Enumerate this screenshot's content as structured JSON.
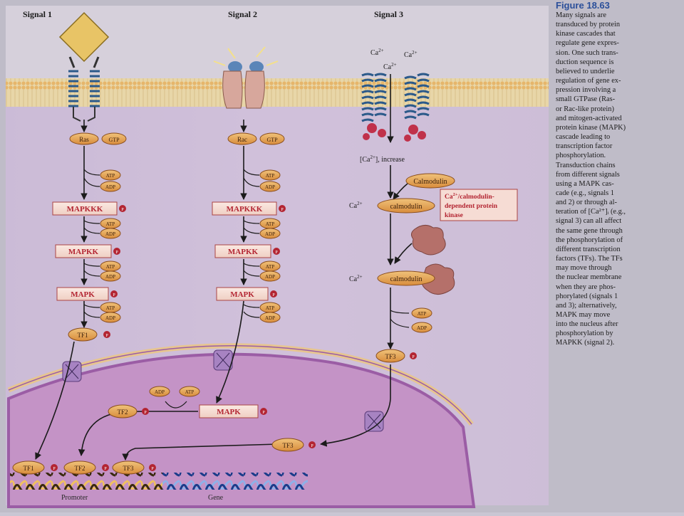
{
  "signals": {
    "s1": "Signal 1",
    "s2": "Signal 2",
    "s3": "Signal 3"
  },
  "ions": {
    "ca": "Ca",
    "sup": "2+"
  },
  "pathway1": {
    "ras": "Ras",
    "gtp": "GTP",
    "mapkkk": "MAPKKK",
    "mapkk": "MAPKK",
    "mapk": "MAPK",
    "tf": "TF1"
  },
  "pathway2": {
    "rac": "Rac",
    "gtp": "GTP",
    "mapkkk": "MAPKKK",
    "mapkk": "MAPKK",
    "mapk": "MAPK",
    "tf": "TF2"
  },
  "pathway3": {
    "increase_pre": "[Ca",
    "increase_post": "], increase",
    "calmodulin": "Calmodulin",
    "ca_calmodulin": "calmodulin",
    "kinase_line1": "/calmodulin-",
    "kinase_line2": "dependent protein",
    "kinase_line3": "kinase",
    "tf": "TF3"
  },
  "common": {
    "atp": "ATP",
    "adp": "ADP",
    "p": "P"
  },
  "dna": {
    "promoter": "Promoter",
    "gene": "Gene"
  },
  "caption": {
    "title": "Figure 18.63",
    "lines": [
      "Many signals are",
      "transduced by protein",
      "kinase cascades that",
      "regulate gene expres-",
      "sion. One such trans-",
      "duction sequence is",
      "believed to underlie",
      "regulation of gene ex-",
      "pression involving a",
      "small GTPase (Ras-",
      "or Rac-like protein)",
      "and mitogen-activated",
      "protein kinase (MAPK)",
      "cascade leading to",
      "transcription factor",
      "phosphorylation.",
      "Transduction chains",
      "from different signals",
      "using a MAPK cas-",
      "cade (e.g., signals 1",
      "and 2) or through al-",
      "teration of [Ca²⁺]ᵢ (e.g.,",
      "signal 3) can all affect",
      "the same gene through",
      "the phosphorylation of",
      "different transcription",
      "factors (TFs). The TFs",
      "may move through",
      "the nuclear membrane",
      "when they are phos-",
      "phorylated (signals 1",
      "and 3); alternatively,",
      "MAPK may move",
      "into the nucleus after",
      "phosphorylation by",
      "MAPKK (signal 2)."
    ]
  }
}
